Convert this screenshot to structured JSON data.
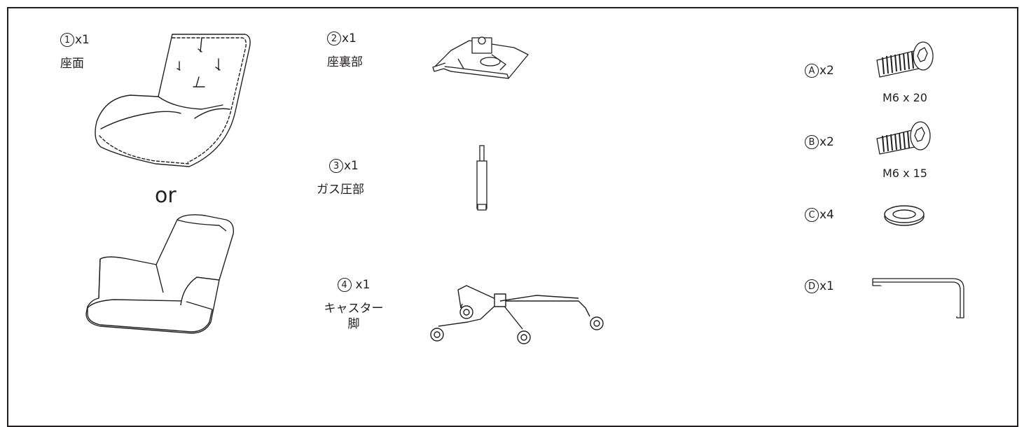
{
  "parts": [
    {
      "mark": "1",
      "qty": "x1",
      "name": "座面"
    },
    {
      "mark": "2",
      "qty": "x1",
      "name": "座裏部"
    },
    {
      "mark": "3",
      "qty": "x1",
      "name": "ガス圧部"
    },
    {
      "mark": "4",
      "qty": "x1",
      "name_line1": "キャスター",
      "name_line2": "脚"
    }
  ],
  "or_text": "or",
  "hardware": [
    {
      "mark": "A",
      "qty": "x2",
      "spec": "M6 x 20"
    },
    {
      "mark": "B",
      "qty": "x2",
      "spec": "M6 x 15"
    },
    {
      "mark": "C",
      "qty": "x4"
    },
    {
      "mark": "D",
      "qty": "x1"
    }
  ],
  "colors": {
    "line": "#231f20",
    "background": "#ffffff"
  },
  "icons": [
    "seat-cushion-icon",
    "seat-shell-icon",
    "seat-mechanism-icon",
    "gas-cylinder-icon",
    "caster-base-icon",
    "bolt-icon",
    "washer-icon",
    "hex-key-icon"
  ]
}
